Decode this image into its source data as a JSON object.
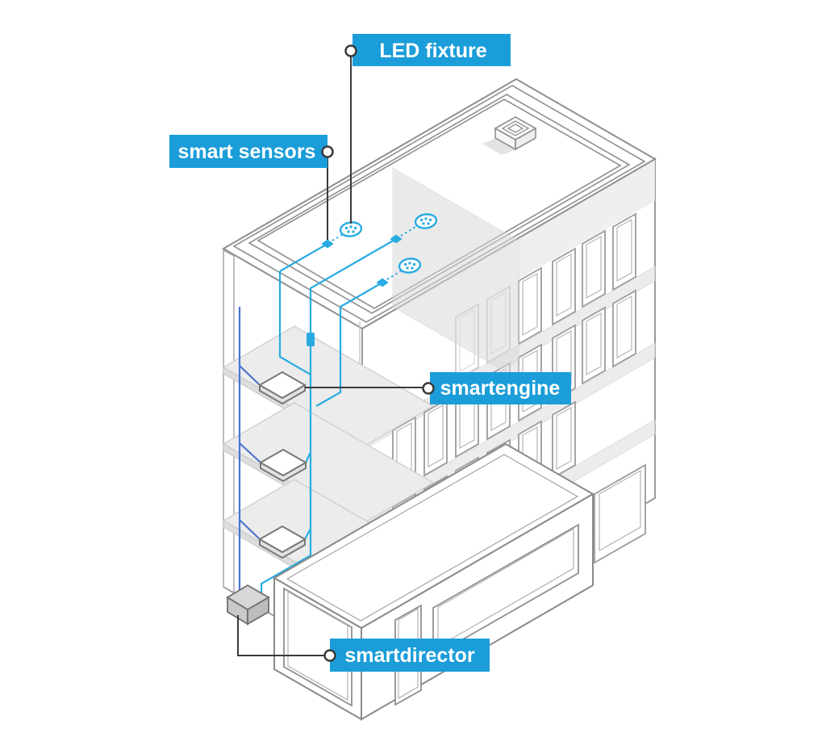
{
  "diagram": {
    "title": "smart building lighting system diagram",
    "labels": {
      "led_fixture": "LED fixture",
      "smart_sensors": "smart sensors",
      "smartengine": "smartengine",
      "smartdirector": "smartdirector"
    },
    "components": {
      "led_fixture_count": 3,
      "smart_sensor_count": 3,
      "smartengine_count": 3,
      "smartdirector_count": 1
    },
    "colors": {
      "label_blue": "#1b9dd9",
      "wire_blue": "#29abe2",
      "riser_blue": "#4a74cf",
      "outline_gray": "#8f8f8f",
      "leader_dark": "#3a3a3a"
    }
  }
}
